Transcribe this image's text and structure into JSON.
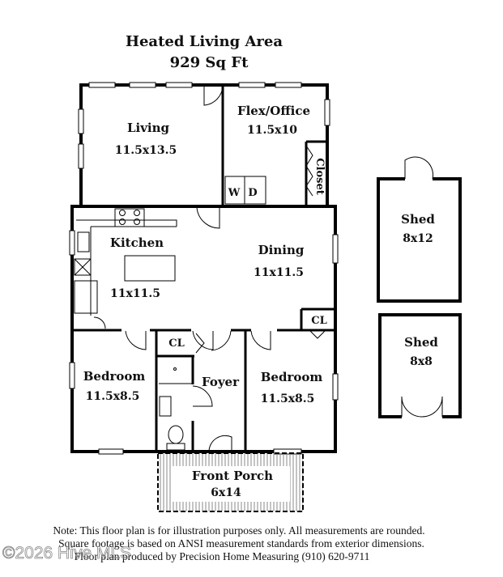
{
  "header": {
    "title": "Heated Living Area",
    "area": "929 Sq Ft"
  },
  "rooms": [
    {
      "name": "Living",
      "dims": "11.5x13.5"
    },
    {
      "name": "Flex/Office",
      "dims": "11.5x10"
    },
    {
      "name": "Kitchen",
      "dims": "11x11.5"
    },
    {
      "name": "Dining",
      "dims": "11x11.5"
    },
    {
      "name": "Bedroom",
      "dims": "11.5x8.5"
    },
    {
      "name": "Bedroom",
      "dims": "11.5x8.5"
    },
    {
      "name": "Foyer"
    },
    {
      "name": "Front Porch",
      "dims": "6x14"
    },
    {
      "name": "Shed",
      "dims": "8x12"
    },
    {
      "name": "Shed",
      "dims": "8x8"
    }
  ],
  "labels": {
    "closet": "Closet",
    "cl": "CL",
    "washer": "W",
    "dryer": "D"
  },
  "footer": {
    "line1": "Note: This floor plan is for illustration purposes only. All measurements are rounded.",
    "line2": "Square footage is based on ANSI measurement standards from exterior dimensions.",
    "line3": "Floor plan produced by Precision Home Measuring (910) 620-9711"
  },
  "watermark": "©2026 Hive MLS"
}
